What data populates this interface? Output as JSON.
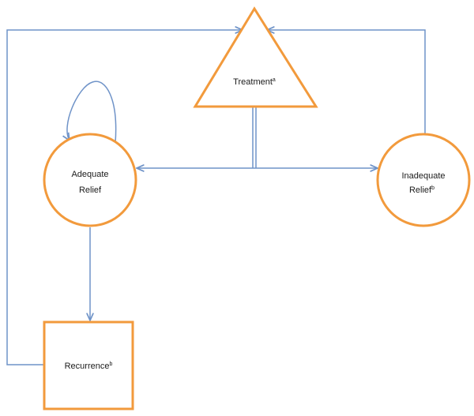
{
  "nodes": {
    "treatment": {
      "label": "Treatment",
      "sup": "a"
    },
    "adequate_relief": {
      "line1": "Adequate",
      "line2": "Relief"
    },
    "inadequate_relief": {
      "line1": "Inadequate",
      "line2": "Relief",
      "sup": "b"
    },
    "recurrence": {
      "label": "Recurrence",
      "sup": "b"
    }
  },
  "colors": {
    "shape_stroke": "#f29a3c",
    "connector": "#6f93c8"
  }
}
